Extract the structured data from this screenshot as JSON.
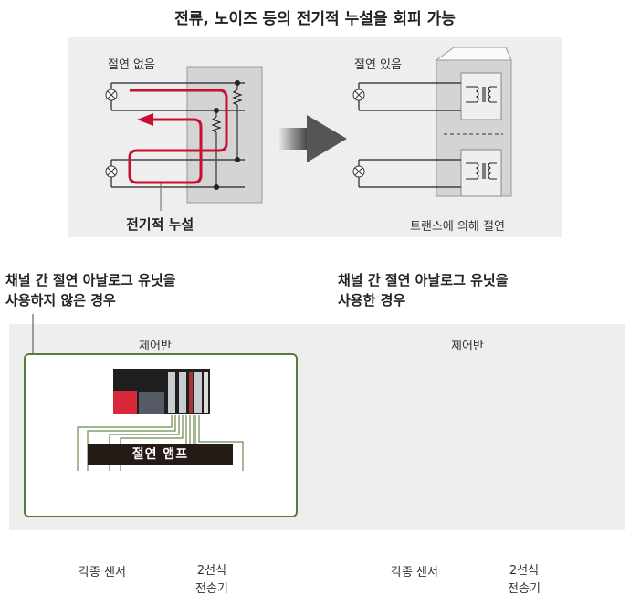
{
  "title": "전류, 노이즈 등의 전기적 누설을 회피 가능",
  "top": {
    "left_label": "절연 없음",
    "leak_label": "전기적 누설",
    "right_label": "절연 있음",
    "transformer_label": "트랜스에 의해 절연"
  },
  "bottom": {
    "left": {
      "case_line1": "채널 간 절연 아날로그 유닛을",
      "case_line2": "사용하지 않은 경우",
      "panel_label": "제어반",
      "amp_label": "절연 앰프",
      "sensor_label": "각종 센서",
      "transmitter_line1": "2선식",
      "transmitter_line2": "전송기"
    },
    "right": {
      "case_line1": "채널 간 절연 아날로그 유닛을",
      "case_line2": "사용한 경우",
      "panel_label": "제어반",
      "sensor_label": "각종 센서",
      "transmitter_line1": "2선식",
      "transmitter_line2": "전송기"
    }
  },
  "colors": {
    "leak_path": "#c8102e",
    "wire_green": "#5a7a3a",
    "panel_bg": "#eeeeee",
    "amp_bg": "#241a16",
    "plc_red": "#d8283a"
  }
}
